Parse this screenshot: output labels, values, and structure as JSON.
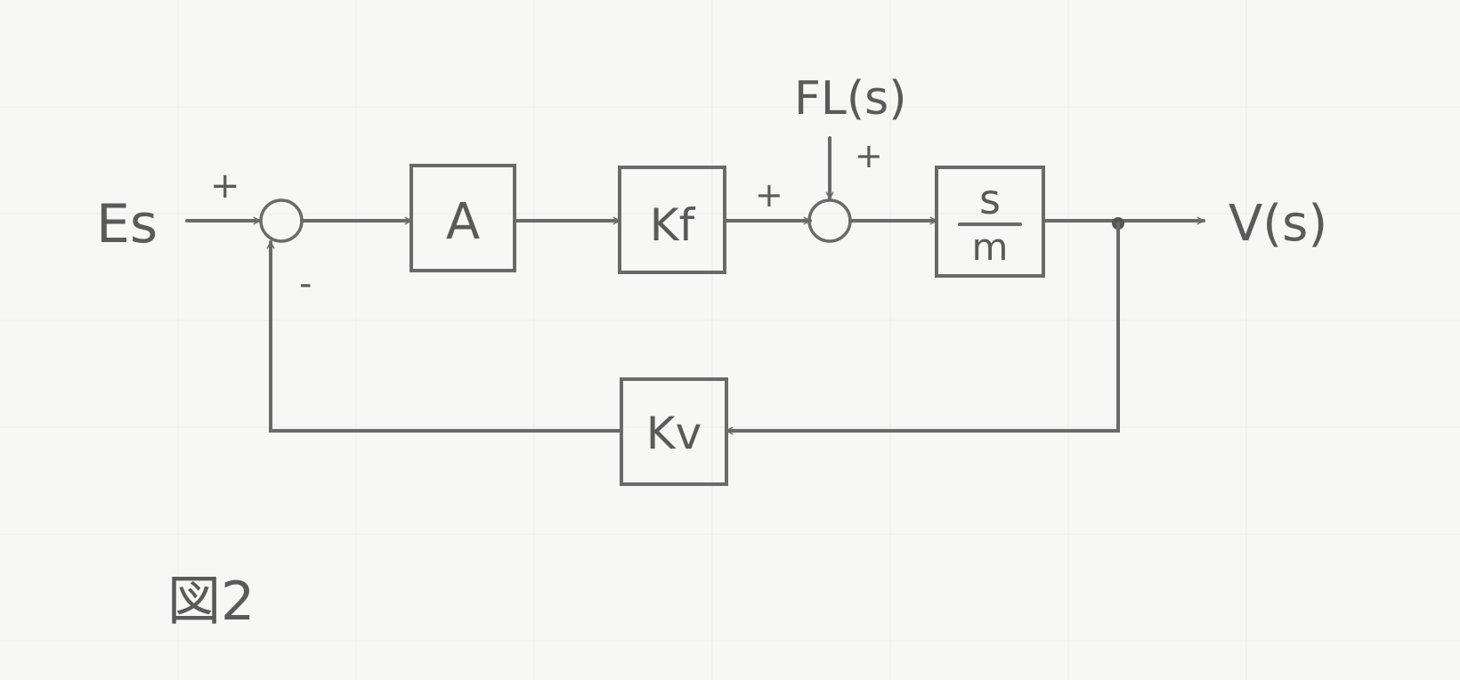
{
  "diagram": {
    "input": "Es",
    "output": "V(s)",
    "disturbance": "FL(s)",
    "figure_caption": "図2",
    "blocks": {
      "amplifier": "A",
      "force_gain": "Kf",
      "plant_numerator": "s",
      "plant_denominator": "m",
      "feedback_gain": "Kv"
    },
    "signs": {
      "sum1_input": "+",
      "sum1_feedback": "-",
      "sum2_forward": "+",
      "sum2_disturbance": "+"
    },
    "colors": {
      "ink": "#6a6a6a",
      "paper": "#f7f7f5"
    }
  }
}
